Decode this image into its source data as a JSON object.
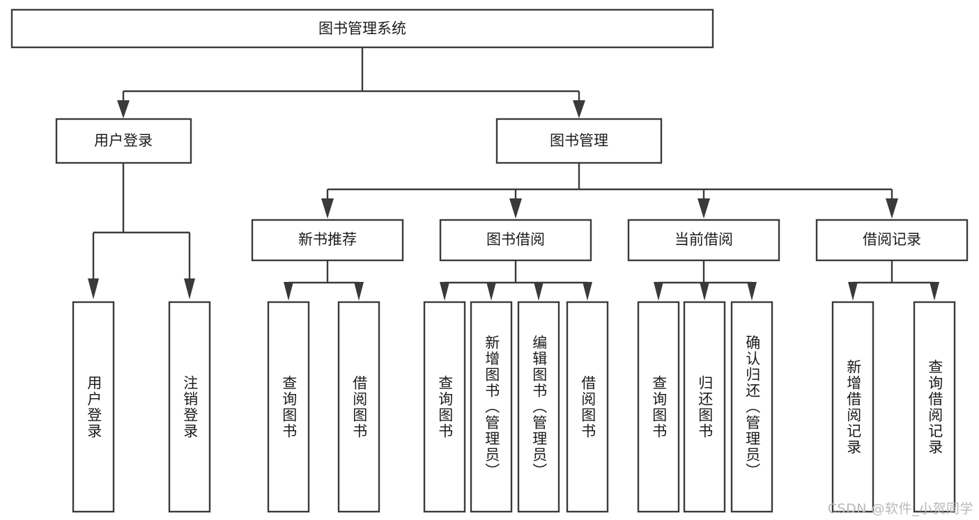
{
  "diagram": {
    "title": "图书管理系统",
    "type": "tree",
    "watermark": "CSDN @软件_小贺同学",
    "colors": {
      "box_stroke": "#3a3a3a",
      "box_fill": "#ffffff",
      "line": "#3a3a3a",
      "text": "#1b1b1b",
      "watermark": "#b9b9b9",
      "background": "#ffffff"
    },
    "root": {
      "label": "图书管理系统"
    },
    "level1": [
      {
        "label": "用户登录"
      },
      {
        "label": "图书管理"
      }
    ],
    "level2": [
      {
        "label": "新书推荐"
      },
      {
        "label": "图书借阅"
      },
      {
        "label": "当前借阅"
      },
      {
        "label": "借阅记录"
      }
    ],
    "leaves": {
      "user_login": [
        {
          "label": "用户登录"
        },
        {
          "label": "注销登录"
        }
      ],
      "new_book": [
        {
          "label": "查询图书"
        },
        {
          "label": "借阅图书"
        }
      ],
      "book_borrow": [
        {
          "label": "查询图书"
        },
        {
          "label": "新增图书（管理员）"
        },
        {
          "label": "编辑图书（管理员）"
        },
        {
          "label": "借阅图书"
        }
      ],
      "current_borrow": [
        {
          "label": "查询图书"
        },
        {
          "label": "归还图书"
        },
        {
          "label": "确认归还（管理员）"
        }
      ],
      "borrow_record": [
        {
          "label": "新增借阅记录"
        },
        {
          "label": "查询借阅记录"
        }
      ]
    }
  }
}
